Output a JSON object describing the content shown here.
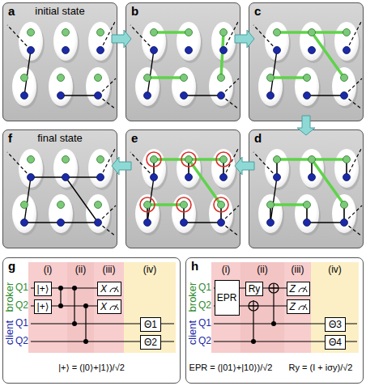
{
  "diagram": {
    "nodes": [
      {
        "text": [
          "a",
          "initial state"
        ]
      },
      {
        "text": [
          "b"
        ]
      },
      {
        "text": [
          "c"
        ]
      },
      {
        "text": [
          "d"
        ]
      },
      {
        "text": [
          "e"
        ]
      },
      {
        "text": [
          "f",
          "final state"
        ]
      },
      {
        "text": [
          "g"
        ]
      },
      {
        "text": [
          "|+⟩"
        ],
        "in": 6
      },
      {
        "text": [
          "|+⟩"
        ],
        "in": 6
      },
      {
        "text": [
          "X"
        ],
        "in": 6
      },
      {
        "text": [
          "X"
        ],
        "in": 6
      },
      {
        "text": [
          "Θ1"
        ],
        "in": 6
      },
      {
        "text": [
          "Θ2"
        ],
        "in": 6
      },
      {
        "text": [
          "h"
        ]
      },
      {
        "text": [
          "EPR"
        ],
        "in": 13
      },
      {
        "text": [
          "Ry"
        ],
        "in": 13
      },
      {
        "text": [
          "Z"
        ],
        "in": 13
      },
      {
        "text": [
          "Z"
        ],
        "in": 13
      },
      {
        "text": [
          "Θ3"
        ],
        "in": 13
      },
      {
        "text": [
          "Θ4"
        ],
        "in": 13
      }
    ],
    "edges": [
      {
        "from": 0,
        "to": 1,
        "arrow": "to"
      },
      {
        "from": 1,
        "to": 2,
        "arrow": "to"
      },
      {
        "from": 2,
        "to": 3,
        "arrow": "to"
      },
      {
        "from": 3,
        "to": 4,
        "arrow": "to"
      },
      {
        "from": 4,
        "to": 5,
        "arrow": "to"
      }
    ],
    "labels": [
      "(i)",
      "(ii)",
      "(iii)",
      "(iv)",
      "broker",
      "client",
      "Q1",
      "Q2",
      "Q1",
      "Q2",
      "|+⟩ = (|0⟩+|1⟩)/√2",
      "(i)",
      "(ii)",
      "(iii)",
      "(iv)",
      "broker",
      "client",
      "Q1",
      "Q2",
      "Q1",
      "Q2",
      "EPR = (|01⟩+|10⟩)/√2",
      "Ry = (I + iσy)/√2"
    ]
  }
}
